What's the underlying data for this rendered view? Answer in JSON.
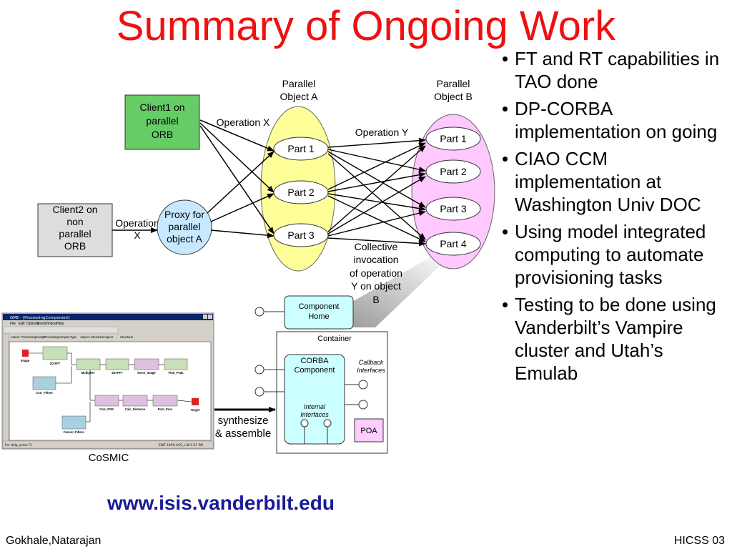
{
  "slide": {
    "title": "Summary of Ongoing Work",
    "bullets": [
      "FT and RT capabilities in TAO done",
      "DP-CORBA implementation on going",
      "CIAO CCM implementation at Washington Univ DOC",
      "Using model integrated computing to automate provisioning tasks",
      "Testing to be done using Vanderbilt’s Vampire cluster and Utah’s Emulab"
    ],
    "url": "www.isis.vanderbilt.edu",
    "footer_left": "Gokhale,Natarajan",
    "footer_right": "HICSS 03"
  },
  "diagram": {
    "client1": [
      "Client1 on",
      "parallel",
      "ORB"
    ],
    "client2": [
      "Client2 on",
      "non",
      "parallel",
      "ORB"
    ],
    "operation_x_top": "Operation X",
    "operation_x_left": [
      "Operation",
      "X"
    ],
    "proxy": [
      "Proxy for",
      "parallel",
      "object A"
    ],
    "object_a_label": [
      "Parallel",
      "Object A"
    ],
    "object_b_label": [
      "Parallel",
      "Object B"
    ],
    "operation_y": "Operation Y",
    "a_parts": [
      "Part 1",
      "Part 2",
      "Part 3"
    ],
    "b_parts": [
      "Part 1",
      "Part 2",
      "Part 3",
      "Part 4"
    ],
    "collective": [
      "Collective",
      "invocation",
      "of operation",
      "Y on object",
      "B"
    ],
    "component_home": [
      "Component",
      "Home"
    ],
    "container": "Container",
    "corba_component": [
      "CORBA",
      "Component"
    ],
    "callback": [
      "Callback",
      "Interfaces"
    ],
    "internal": [
      "Internal",
      "Interfaces"
    ],
    "poa": "POA",
    "synthesize": [
      "synthesize",
      "& assemble"
    ],
    "cosmic": "CoSMIC"
  },
  "gme": {
    "title": "GME - [ProcessingComponent]",
    "menu": [
      "File",
      "Edit",
      "Options",
      "View",
      "Window",
      "Help"
    ],
    "tabs": [
      "Name: ProcessingCompo",
      "ProcessingCompon",
      "Type",
      "Aspect: StructuralAspect",
      "Structural"
    ],
    "blocks": [
      "Image",
      "2D-FFT",
      "Multiplier",
      "2D-IFFT",
      "Norm_Image",
      "Find_Peak",
      "Corr_Filters",
      "Calc_PSR",
      "Calc_Distance",
      "Post_Proc",
      "Target",
      "Convol_Filters"
    ],
    "status_left": "For Help, press F1",
    "status_right": "EDIT  100%  ACS_+30  5:57 PM"
  },
  "colors": {
    "title": "#ee1111",
    "client1": "#66cc66",
    "client2": "#dddddd",
    "proxy": "#c8e8ff",
    "object_a": "#ffff99",
    "object_b": "#ffc8ff",
    "container_inner": "#ccffff",
    "poa": "#ffccff",
    "url": "#1a1a99"
  }
}
